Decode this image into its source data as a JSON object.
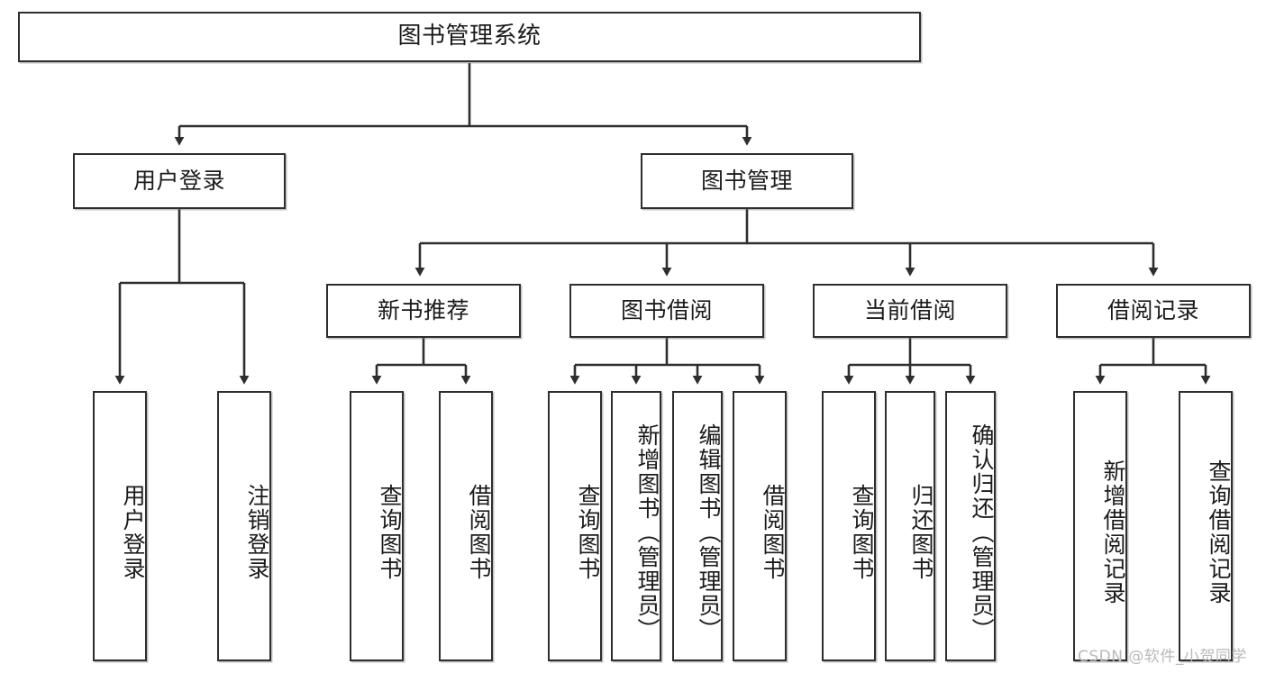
{
  "diagram": {
    "title": "图书管理系统",
    "type": "tree-hierarchy-chart",
    "stroke_color": "#2e2e2e",
    "fill_color": "#ffffff",
    "text_color": "#1b1b1b"
  },
  "root": {
    "label": "图书管理系统"
  },
  "level1": [
    {
      "label": "用户登录"
    },
    {
      "label": "图书管理"
    }
  ],
  "level2": [
    {
      "label": "新书推荐"
    },
    {
      "label": "图书借阅"
    },
    {
      "label": "当前借阅"
    },
    {
      "label": "借阅记录"
    }
  ],
  "leaves": {
    "user_login": [
      {
        "label": "用户登录"
      },
      {
        "label": "注销登录"
      }
    ],
    "new_book_recommend": [
      {
        "label": "查询图书"
      },
      {
        "label": "借阅图书"
      }
    ],
    "book_borrow": [
      {
        "label": "查询图书"
      },
      {
        "label": "新增图书（管理员）"
      },
      {
        "label": "编辑图书（管理员）"
      },
      {
        "label": "借阅图书"
      }
    ],
    "current_borrow": [
      {
        "label": "查询图书"
      },
      {
        "label": "归还图书"
      },
      {
        "label": "确认归还（管理员）"
      }
    ],
    "borrow_record": [
      {
        "label": "新增借阅记录"
      },
      {
        "label": "查询借阅记录"
      }
    ]
  },
  "watermark": {
    "text": "CSDN @软件_小贺同学"
  }
}
